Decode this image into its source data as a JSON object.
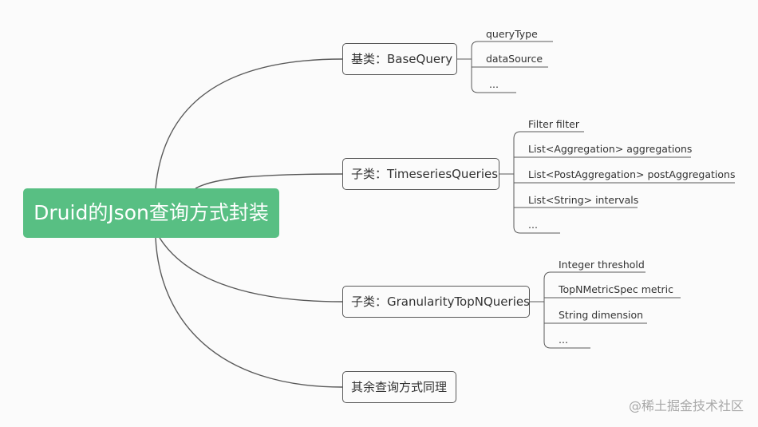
{
  "root": {
    "label": "Druid的Json查询方式封装"
  },
  "branches": [
    {
      "label": "基类：BaseQuery",
      "children": [
        "queryType",
        "dataSource",
        "..."
      ]
    },
    {
      "label": "子类：TimeseriesQueries",
      "children": [
        "Filter filter",
        "List<Aggregation> aggregations",
        "List<PostAggregation> postAggregations",
        "List<String> intervals",
        "..."
      ]
    },
    {
      "label": "子类：GranularityTopNQueries",
      "children": [
        "Integer threshold",
        "TopNMetricSpec metric",
        "String dimension",
        "..."
      ]
    },
    {
      "label": "其余查询方式同理",
      "children": []
    }
  ],
  "watermark": "@稀土掘金技术社区",
  "colors": {
    "root_fill": "#58bf83",
    "edge": "#595959"
  }
}
